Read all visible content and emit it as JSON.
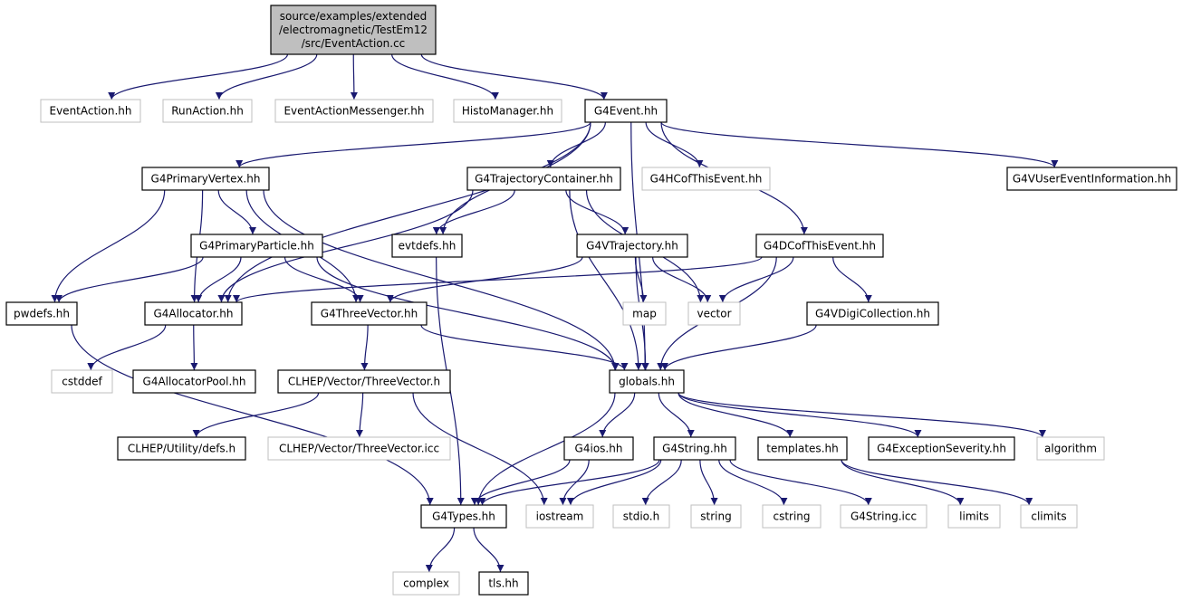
{
  "graph": {
    "colors": {
      "edge": "#191970",
      "root_fill": "#bfbfbf",
      "documented_border": "#000000",
      "external_border": "#bfbfbf",
      "external_text": "#000000"
    },
    "nodes": [
      {
        "id": "root",
        "lines": [
          "source/examples/extended",
          "/electromagnetic/TestEm12",
          "/src/EventAction.cc"
        ],
        "kind": "root"
      },
      {
        "id": "EventAction_hh",
        "lines": [
          "EventAction.hh"
        ],
        "kind": "ext"
      },
      {
        "id": "RunAction_hh",
        "lines": [
          "RunAction.hh"
        ],
        "kind": "ext"
      },
      {
        "id": "EventActionMessenger_hh",
        "lines": [
          "EventActionMessenger.hh"
        ],
        "kind": "ext"
      },
      {
        "id": "HistoManager_hh",
        "lines": [
          "HistoManager.hh"
        ],
        "kind": "ext"
      },
      {
        "id": "G4Event_hh",
        "lines": [
          "G4Event.hh"
        ],
        "kind": "doc"
      },
      {
        "id": "G4PrimaryVertex_hh",
        "lines": [
          "G4PrimaryVertex.hh"
        ],
        "kind": "doc"
      },
      {
        "id": "G4TrajectoryContainer_hh",
        "lines": [
          "G4TrajectoryContainer.hh"
        ],
        "kind": "doc"
      },
      {
        "id": "G4HCofThisEvent_hh",
        "lines": [
          "G4HCofThisEvent.hh"
        ],
        "kind": "ext"
      },
      {
        "id": "G4VUserEventInformation_hh",
        "lines": [
          "G4VUserEventInformation.hh"
        ],
        "kind": "doc"
      },
      {
        "id": "G4PrimaryParticle_hh",
        "lines": [
          "G4PrimaryParticle.hh"
        ],
        "kind": "doc"
      },
      {
        "id": "evtdefs_hh",
        "lines": [
          "evtdefs.hh"
        ],
        "kind": "doc"
      },
      {
        "id": "G4VTrajectory_hh",
        "lines": [
          "G4VTrajectory.hh"
        ],
        "kind": "doc"
      },
      {
        "id": "G4DCofThisEvent_hh",
        "lines": [
          "G4DCofThisEvent.hh"
        ],
        "kind": "doc"
      },
      {
        "id": "pwdefs_hh",
        "lines": [
          "pwdefs.hh"
        ],
        "kind": "doc"
      },
      {
        "id": "G4Allocator_hh",
        "lines": [
          "G4Allocator.hh"
        ],
        "kind": "doc"
      },
      {
        "id": "G4ThreeVector_hh",
        "lines": [
          "G4ThreeVector.hh"
        ],
        "kind": "doc"
      },
      {
        "id": "map",
        "lines": [
          "map"
        ],
        "kind": "ext"
      },
      {
        "id": "vector",
        "lines": [
          "vector"
        ],
        "kind": "ext"
      },
      {
        "id": "G4VDigiCollection_hh",
        "lines": [
          "G4VDigiCollection.hh"
        ],
        "kind": "doc"
      },
      {
        "id": "cstddef",
        "lines": [
          "cstddef"
        ],
        "kind": "ext"
      },
      {
        "id": "G4AllocatorPool_hh",
        "lines": [
          "G4AllocatorPool.hh"
        ],
        "kind": "doc"
      },
      {
        "id": "CLHEP_ThreeVector_h",
        "lines": [
          "CLHEP/Vector/ThreeVector.h"
        ],
        "kind": "doc"
      },
      {
        "id": "globals_hh",
        "lines": [
          "globals.hh"
        ],
        "kind": "doc"
      },
      {
        "id": "CLHEP_defs_h",
        "lines": [
          "CLHEP/Utility/defs.h"
        ],
        "kind": "doc"
      },
      {
        "id": "CLHEP_ThreeVector_icc",
        "lines": [
          "CLHEP/Vector/ThreeVector.icc"
        ],
        "kind": "ext"
      },
      {
        "id": "G4ios_hh",
        "lines": [
          "G4ios.hh"
        ],
        "kind": "doc"
      },
      {
        "id": "G4String_hh",
        "lines": [
          "G4String.hh"
        ],
        "kind": "doc"
      },
      {
        "id": "templates_hh",
        "lines": [
          "templates.hh"
        ],
        "kind": "doc"
      },
      {
        "id": "G4ExceptionSeverity_hh",
        "lines": [
          "G4ExceptionSeverity.hh"
        ],
        "kind": "doc"
      },
      {
        "id": "algorithm",
        "lines": [
          "algorithm"
        ],
        "kind": "ext"
      },
      {
        "id": "G4Types_hh",
        "lines": [
          "G4Types.hh"
        ],
        "kind": "doc"
      },
      {
        "id": "iostream",
        "lines": [
          "iostream"
        ],
        "kind": "ext"
      },
      {
        "id": "stdio_h",
        "lines": [
          "stdio.h"
        ],
        "kind": "ext"
      },
      {
        "id": "string",
        "lines": [
          "string"
        ],
        "kind": "ext"
      },
      {
        "id": "cstring",
        "lines": [
          "cstring"
        ],
        "kind": "ext"
      },
      {
        "id": "G4String_icc",
        "lines": [
          "G4String.icc"
        ],
        "kind": "ext"
      },
      {
        "id": "limits",
        "lines": [
          "limits"
        ],
        "kind": "ext"
      },
      {
        "id": "climits",
        "lines": [
          "climits"
        ],
        "kind": "ext"
      },
      {
        "id": "complex",
        "lines": [
          "complex"
        ],
        "kind": "ext"
      },
      {
        "id": "tls_hh",
        "lines": [
          "tls.hh"
        ],
        "kind": "doc"
      }
    ],
    "edges": [
      [
        "root",
        "EventAction_hh"
      ],
      [
        "root",
        "RunAction_hh"
      ],
      [
        "root",
        "EventActionMessenger_hh"
      ],
      [
        "root",
        "HistoManager_hh"
      ],
      [
        "root",
        "G4Event_hh"
      ],
      [
        "G4Event_hh",
        "G4PrimaryVertex_hh"
      ],
      [
        "G4Event_hh",
        "G4Allocator_hh"
      ],
      [
        "G4Event_hh",
        "evtdefs_hh"
      ],
      [
        "G4Event_hh",
        "G4TrajectoryContainer_hh"
      ],
      [
        "G4Event_hh",
        "G4HCofThisEvent_hh"
      ],
      [
        "G4Event_hh",
        "G4DCofThisEvent_hh"
      ],
      [
        "G4Event_hh",
        "globals_hh"
      ],
      [
        "G4Event_hh",
        "G4VUserEventInformation_hh"
      ],
      [
        "G4PrimaryVertex_hh",
        "pwdefs_hh"
      ],
      [
        "G4PrimaryVertex_hh",
        "globals_hh"
      ],
      [
        "G4PrimaryVertex_hh",
        "G4Allocator_hh"
      ],
      [
        "G4PrimaryVertex_hh",
        "G4PrimaryParticle_hh"
      ],
      [
        "G4PrimaryVertex_hh",
        "G4ThreeVector_hh"
      ],
      [
        "G4PrimaryParticle_hh",
        "pwdefs_hh"
      ],
      [
        "G4PrimaryParticle_hh",
        "G4Allocator_hh"
      ],
      [
        "G4PrimaryParticle_hh",
        "G4ThreeVector_hh"
      ],
      [
        "G4PrimaryParticle_hh",
        "globals_hh"
      ],
      [
        "G4TrajectoryContainer_hh",
        "evtdefs_hh"
      ],
      [
        "G4TrajectoryContainer_hh",
        "G4Allocator_hh"
      ],
      [
        "G4TrajectoryContainer_hh",
        "G4VTrajectory_hh"
      ],
      [
        "G4TrajectoryContainer_hh",
        "globals_hh"
      ],
      [
        "G4TrajectoryContainer_hh",
        "vector"
      ],
      [
        "G4VTrajectory_hh",
        "G4ThreeVector_hh"
      ],
      [
        "G4VTrajectory_hh",
        "map"
      ],
      [
        "G4VTrajectory_hh",
        "vector"
      ],
      [
        "G4VTrajectory_hh",
        "globals_hh"
      ],
      [
        "G4DCofThisEvent_hh",
        "G4Allocator_hh"
      ],
      [
        "G4DCofThisEvent_hh",
        "vector"
      ],
      [
        "G4DCofThisEvent_hh",
        "G4VDigiCollection_hh"
      ],
      [
        "G4DCofThisEvent_hh",
        "globals_hh"
      ],
      [
        "G4VDigiCollection_hh",
        "globals_hh"
      ],
      [
        "evtdefs_hh",
        "G4Types_hh"
      ],
      [
        "pwdefs_hh",
        "G4Types_hh"
      ],
      [
        "G4Allocator_hh",
        "cstddef"
      ],
      [
        "G4Allocator_hh",
        "G4AllocatorPool_hh"
      ],
      [
        "G4ThreeVector_hh",
        "CLHEP_ThreeVector_h"
      ],
      [
        "G4ThreeVector_hh",
        "globals_hh"
      ],
      [
        "CLHEP_ThreeVector_h",
        "CLHEP_defs_h"
      ],
      [
        "CLHEP_ThreeVector_h",
        "iostream"
      ],
      [
        "CLHEP_ThreeVector_h",
        "CLHEP_ThreeVector_icc"
      ],
      [
        "globals_hh",
        "G4ios_hh"
      ],
      [
        "globals_hh",
        "G4String_hh"
      ],
      [
        "globals_hh",
        "templates_hh"
      ],
      [
        "globals_hh",
        "G4ExceptionSeverity_hh"
      ],
      [
        "globals_hh",
        "algorithm"
      ],
      [
        "globals_hh",
        "G4Types_hh"
      ],
      [
        "G4ios_hh",
        "G4Types_hh"
      ],
      [
        "G4ios_hh",
        "iostream"
      ],
      [
        "G4String_hh",
        "G4Types_hh"
      ],
      [
        "G4String_hh",
        "iostream"
      ],
      [
        "G4String_hh",
        "stdio_h"
      ],
      [
        "G4String_hh",
        "string"
      ],
      [
        "G4String_hh",
        "cstring"
      ],
      [
        "G4String_hh",
        "G4String_icc"
      ],
      [
        "templates_hh",
        "limits"
      ],
      [
        "templates_hh",
        "climits"
      ],
      [
        "G4Types_hh",
        "complex"
      ],
      [
        "G4Types_hh",
        "tls_hh"
      ]
    ]
  }
}
